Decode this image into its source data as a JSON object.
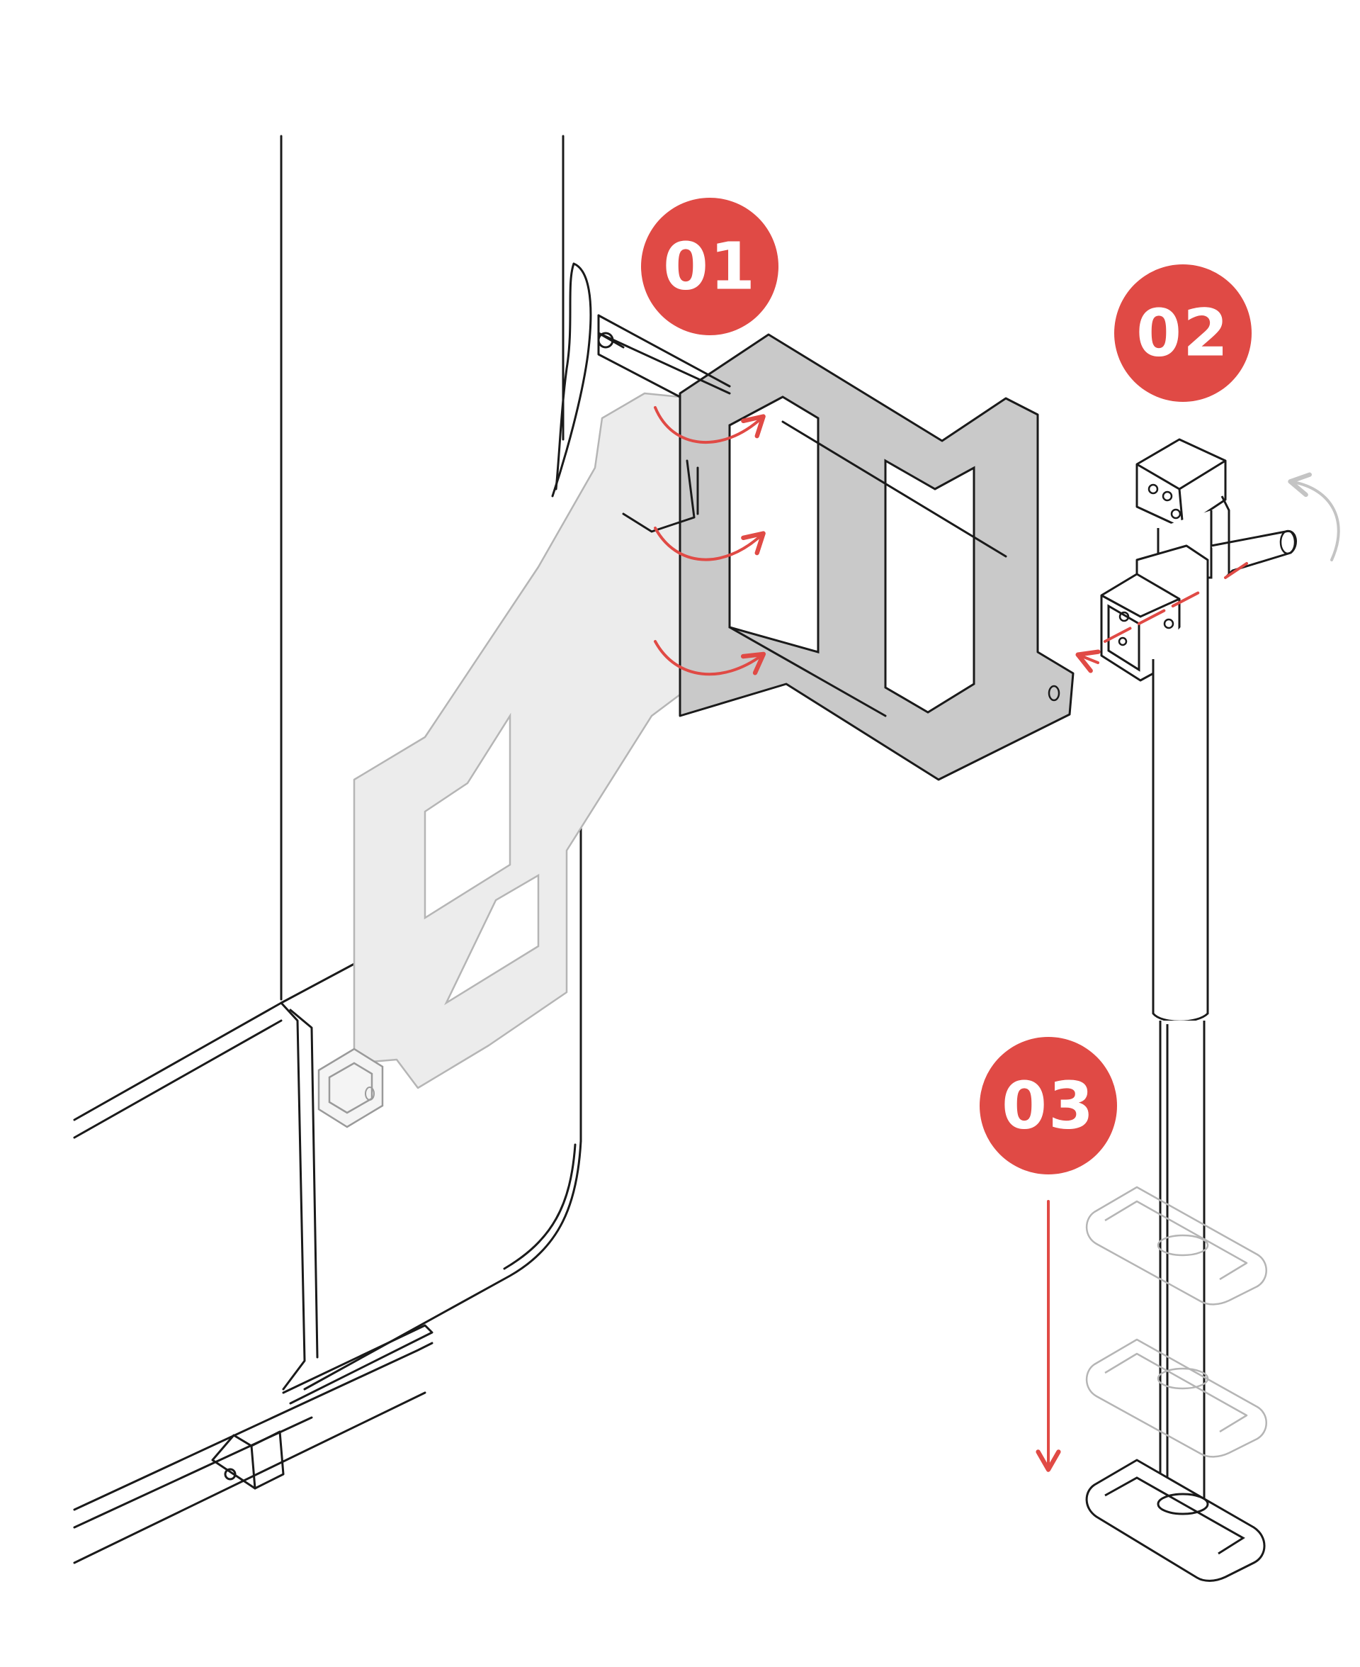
{
  "steps": [
    {
      "label": "01"
    },
    {
      "label": "02"
    },
    {
      "label": "03"
    }
  ],
  "colors": {
    "badge": "#e04a45",
    "arrow": "#e04a45",
    "ink": "#1a1a1a",
    "bracket_fill": "#c9c9c9",
    "ghost_fill": "#ececec",
    "ghost_stroke": "#b5b5b5",
    "rotate_arrow": "#c4c4c4"
  },
  "icons": {
    "step1": "rotate-bracket-arrows-icon",
    "step2": "insert-jack-arrow-icon",
    "step3": "lower-foot-arrow-icon",
    "crank": "rotate-crank-icon"
  }
}
